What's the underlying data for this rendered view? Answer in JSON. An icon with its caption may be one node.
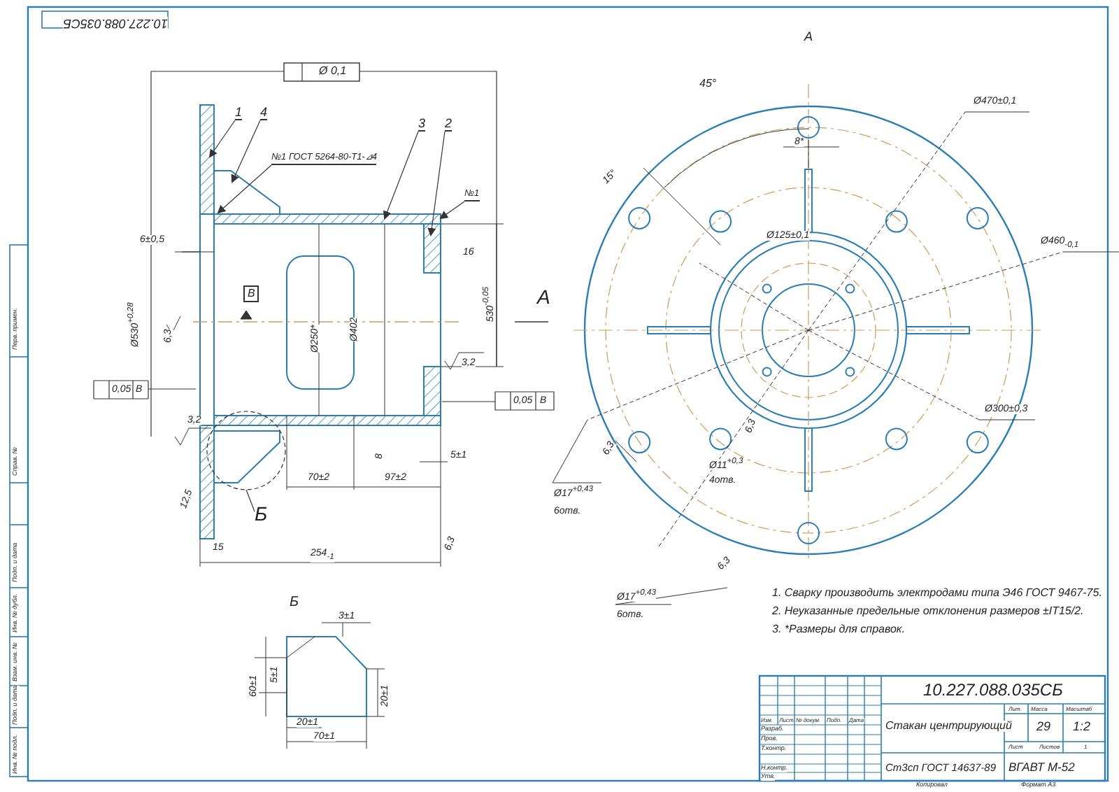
{
  "diagram": {
    "nodes": [
      {
        "text": [
          "1"
        ]
      },
      {
        "text": [
          "4"
        ]
      },
      {
        "text": [
          "3"
        ]
      },
      {
        "text": [
          "2"
        ]
      },
      {
        "text": [
          "№1 ГОСТ 5264-80-Т1-⊿4"
        ]
      },
      {
        "text": [
          "№1"
        ]
      }
    ],
    "edges": [
      {
        "from": 0,
        "to": null,
        "arrow": "to"
      },
      {
        "from": 1,
        "to": null,
        "arrow": "to"
      },
      {
        "from": 2,
        "to": null,
        "arrow": "to"
      },
      {
        "from": 3,
        "to": null,
        "arrow": "to"
      },
      {
        "from": 4,
        "to": null,
        "arrow": "to"
      },
      {
        "from": 5,
        "to": null,
        "arrow": "to"
      }
    ],
    "labels": [
      "10.227.088.035СБ",
      "Ø 0,1",
      "6±0,5",
      "В",
      "Ø530$^{+0,28}$",
      "Ø250*",
      "Ø402",
      "16",
      "530$^{-0,05}$",
      "А",
      "6,3",
      "3,2",
      "0,05",
      "В",
      "0,05",
      "В",
      "3,2",
      "8",
      "5±1",
      "12,5",
      "Б",
      "70±2",
      "97±2",
      "15",
      "254$_{-1}$",
      "6,3",
      "А",
      "45°",
      "15°",
      "8*",
      "Ø470±0,1",
      "Ø460$_{-0,1}$",
      "Ø125±0,1",
      "Ø300±0,3",
      "6,3",
      "Ø11$^{+0,3}$",
      "4отв.",
      "6,3",
      "Ø17$^{+0,43}$",
      "6отв.",
      "6,3",
      "Ø17$^{+0,43}$",
      "6отв.",
      "Б",
      "3±1",
      "5±1",
      "60±1",
      "20±1",
      "20±1",
      "70±1",
      "1. Сварку производить электродами типа Э46 ГОСТ 9467-75.",
      "2. Неуказанные предельные отклонения размеров ±IT15/2.",
      "3. *Размеры для справок.",
      "10.227.088.035СБ",
      "Изм.",
      "Лист",
      "№ докум.",
      "Подп.",
      "Дата",
      "Разраб.",
      "Пров.",
      "Т.контр.",
      "Н.контр.",
      "Утв.",
      "Стакан центрирующий",
      "Лит.",
      "Масса",
      "Масштаб",
      "29",
      "1:2",
      "Лист",
      "Листов",
      "1",
      "Ст3сп ГОСТ 14637-89",
      "ВГАВТ М-52",
      "Копировал",
      "Формат А3",
      "Перв. примен.",
      "Справ. №",
      "Подп. и дата",
      "Инв. № дубл.",
      "Взам. инв. №",
      "Подп. и дата",
      "Инв. № подл."
    ]
  }
}
